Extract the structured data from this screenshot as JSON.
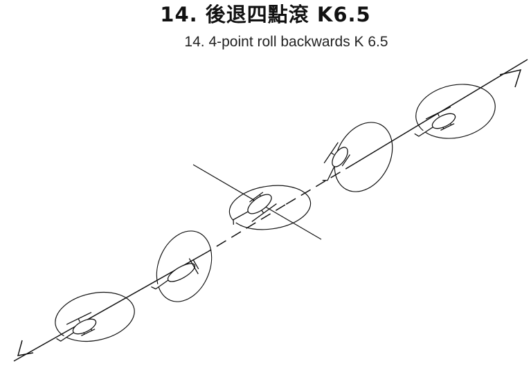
{
  "header": {
    "title": "14. 後退四點滾 K6.5",
    "subtitle": "14. 4-point roll backwards  K 6.5"
  },
  "diagram": {
    "figure_number": 14,
    "maneuver": "4-point roll backwards",
    "k_factor": 6.5,
    "roll_points": 4,
    "flight_direction": "backwards",
    "icons": [
      "helicopter-icon",
      "roll-ellipse-icon",
      "arrow-icon"
    ]
  }
}
